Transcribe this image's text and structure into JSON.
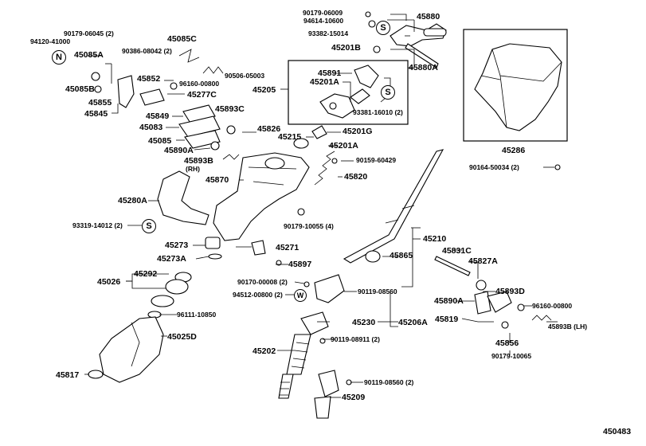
{
  "diagram_id": "450483",
  "symbol_s": "S",
  "symbol_n": "N",
  "labels": {
    "p90179_06009": "90179-06009",
    "p94614_10600": "94614-10600",
    "p45880": "45880",
    "p93382_15014": "93382-15014",
    "p45201B": "45201B",
    "p45880A": "45880A",
    "p94120_41000": "94120-41000",
    "p90179_06045": "90179-06045 (2)",
    "p45085C": "45085C",
    "p45085A": "45085A",
    "p90386_08042": "90386-08042 (2)",
    "p90506_05003": "90506-05003",
    "p45852": "45852",
    "p96160_00800_a": "96160-00800",
    "p45085B": "45085B",
    "p45277C": "45277C",
    "p45855": "45855",
    "p45845": "45845",
    "p45205": "45205",
    "p45891": "45891",
    "p45201A_a": "45201A",
    "p93381_16010": "93381-16010 (2)",
    "p45849": "45849",
    "p45893C": "45893C",
    "p45083": "45083",
    "p45826": "45826",
    "p45201G": "45201G",
    "p45215": "45215",
    "p45085": "45085",
    "p45201A_b": "45201A",
    "p45286": "45286",
    "p45890A_a": "45890A",
    "p45893B_rh": "45893B",
    "rh": "(RH)",
    "p90159_60429": "90159-60429",
    "p90164_50034": "90164-50034 (2)",
    "p45870": "45870",
    "p45820": "45820",
    "p45280A": "45280A",
    "p90179_10055": "90179-10055 (4)",
    "p93319_14012": "93319-14012 (2)",
    "p45210": "45210",
    "p45273": "45273",
    "p45271": "45271",
    "p45273A": "45273A",
    "p45865": "45865",
    "p45831C": "45831C",
    "p45897": "45897",
    "p45827A": "45827A",
    "p45292": "45292",
    "p45026": "45026",
    "p90170_00008": "90170-00008 (2)",
    "p90119_08560_a": "90119-08560",
    "p94512_00800": "94512-00800 (2)",
    "p45893D": "45893D",
    "p45890A_b": "45890A",
    "p96160_00800_b": "96160-00800",
    "p96111_10850": "96111-10850",
    "p45230": "45230",
    "p45206A": "45206A",
    "p45819": "45819",
    "p45893B_lh": "45893B (LH)",
    "p45025D": "45025D",
    "p90119_08911": "90119-08911 (2)",
    "p45856": "45856",
    "p45202": "45202",
    "p90179_10065": "90179-10065",
    "p45817": "45817",
    "p90119_08560_b": "90119-08560 (2)",
    "p45209": "45209"
  }
}
